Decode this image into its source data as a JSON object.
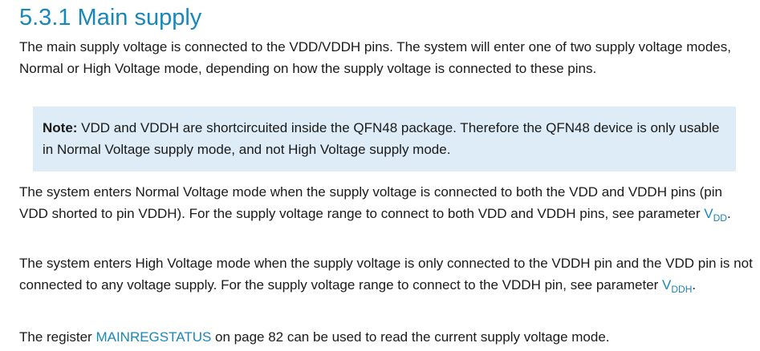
{
  "section": {
    "title": "5.3.1 Main supply"
  },
  "paragraphs": {
    "intro": "The main supply voltage is connected to the VDD/VDDH pins. The system will enter one of two supply voltage modes, Normal or High Voltage mode, depending on how the supply voltage is connected to these pins.",
    "normal_text": "The system enters Normal Voltage mode when the supply voltage is connected to both the VDD and VDDH pins (pin VDD shorted to pin VDDH). For the supply voltage range to connect to both VDD and VDDH pins, see parameter ",
    "normal_param_main": "V",
    "normal_param_sub": "DD",
    "normal_end": ".",
    "high_text": "The system enters High Voltage mode when the supply voltage is only connected to the VDDH pin and the VDD pin is not connected to any voltage supply. For the supply voltage range to connect to the VDDH pin, see parameter ",
    "high_param_main": "V",
    "high_param_sub": "DDH",
    "high_end": ".",
    "register_pre": "The register ",
    "register_link": "MAINREGSTATUS",
    "register_post": " on page 82 can be used to read the current supply voltage mode."
  },
  "note": {
    "label": "Note:",
    "text": "  VDD and VDDH are shortcircuited inside the QFN48 package. Therefore the QFN48 device is only usable in Normal Voltage supply mode, and not High Voltage supply mode."
  },
  "colors": {
    "heading": "#1a87b8",
    "link": "#1a87b8",
    "note_background": "#ddecf6",
    "body_text": "#1a1a1a"
  }
}
